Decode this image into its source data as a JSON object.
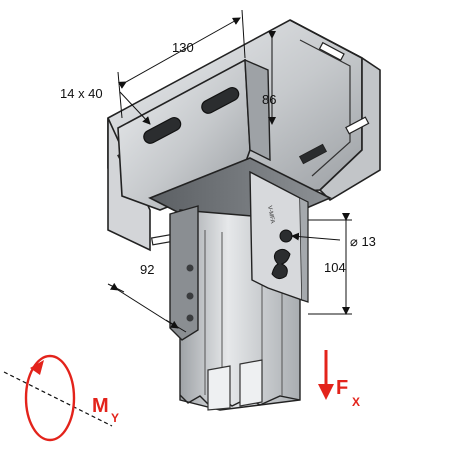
{
  "dimensions": {
    "top_width": "130",
    "slot_size": "14 x 40",
    "height_upper": "86",
    "hole_diameter": "⌀ 13",
    "width_lower": "92",
    "height_lower": "104"
  },
  "loads": {
    "force_label": "F",
    "force_subscript": "X",
    "moment_label": "M",
    "moment_subscript": "Y"
  },
  "colors": {
    "accent": "#e3231b",
    "steel_light": "#d9dbdd",
    "steel_mid": "#b4b7ba",
    "steel_dark": "#6f7377",
    "outline": "#222222"
  }
}
